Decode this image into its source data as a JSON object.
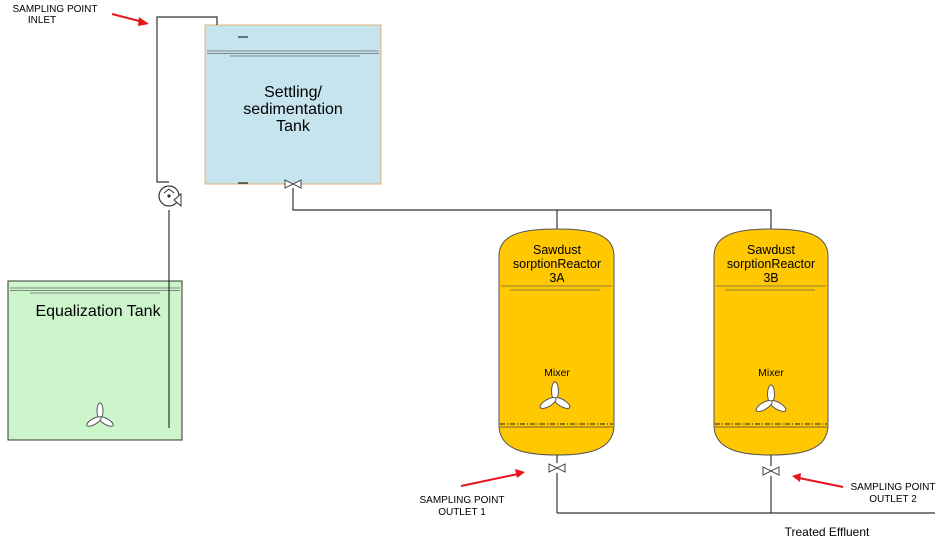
{
  "labels": {
    "sampling_inlet_line1": "SAMPLING POINT",
    "sampling_inlet_line2": "INLET",
    "settling_line1": "Settling/",
    "settling_line2": "sedimentation",
    "settling_line3": "Tank",
    "equalization": "Equalization Tank",
    "reactor_a_line1": "Sawdust",
    "reactor_a_line2": "sorptionReactor",
    "reactor_a_line3": "3A",
    "reactor_b_line1": "Sawdust",
    "reactor_b_line2": "sorptionReactor",
    "reactor_b_line3": "3B",
    "mixer_a": "Mixer",
    "mixer_b": "Mixer",
    "outlet1_line1": "SAMPLING POINT",
    "outlet1_line2": "OUTLET 1",
    "outlet2_line1": "SAMPLING POINT",
    "outlet2_line2": "OUTLET 2",
    "treated_effluent": "Treated Effluent"
  },
  "colors": {
    "settling_tank": "#c6e4ee",
    "equalization_tank": "#ccf5cc",
    "reactor": "#ffc801",
    "sampling_arrow": "#e8141b",
    "pipe": "#333333"
  },
  "icons": {
    "pump": "pump-icon",
    "valve": "valve-icon",
    "mixer": "propeller-icon"
  }
}
